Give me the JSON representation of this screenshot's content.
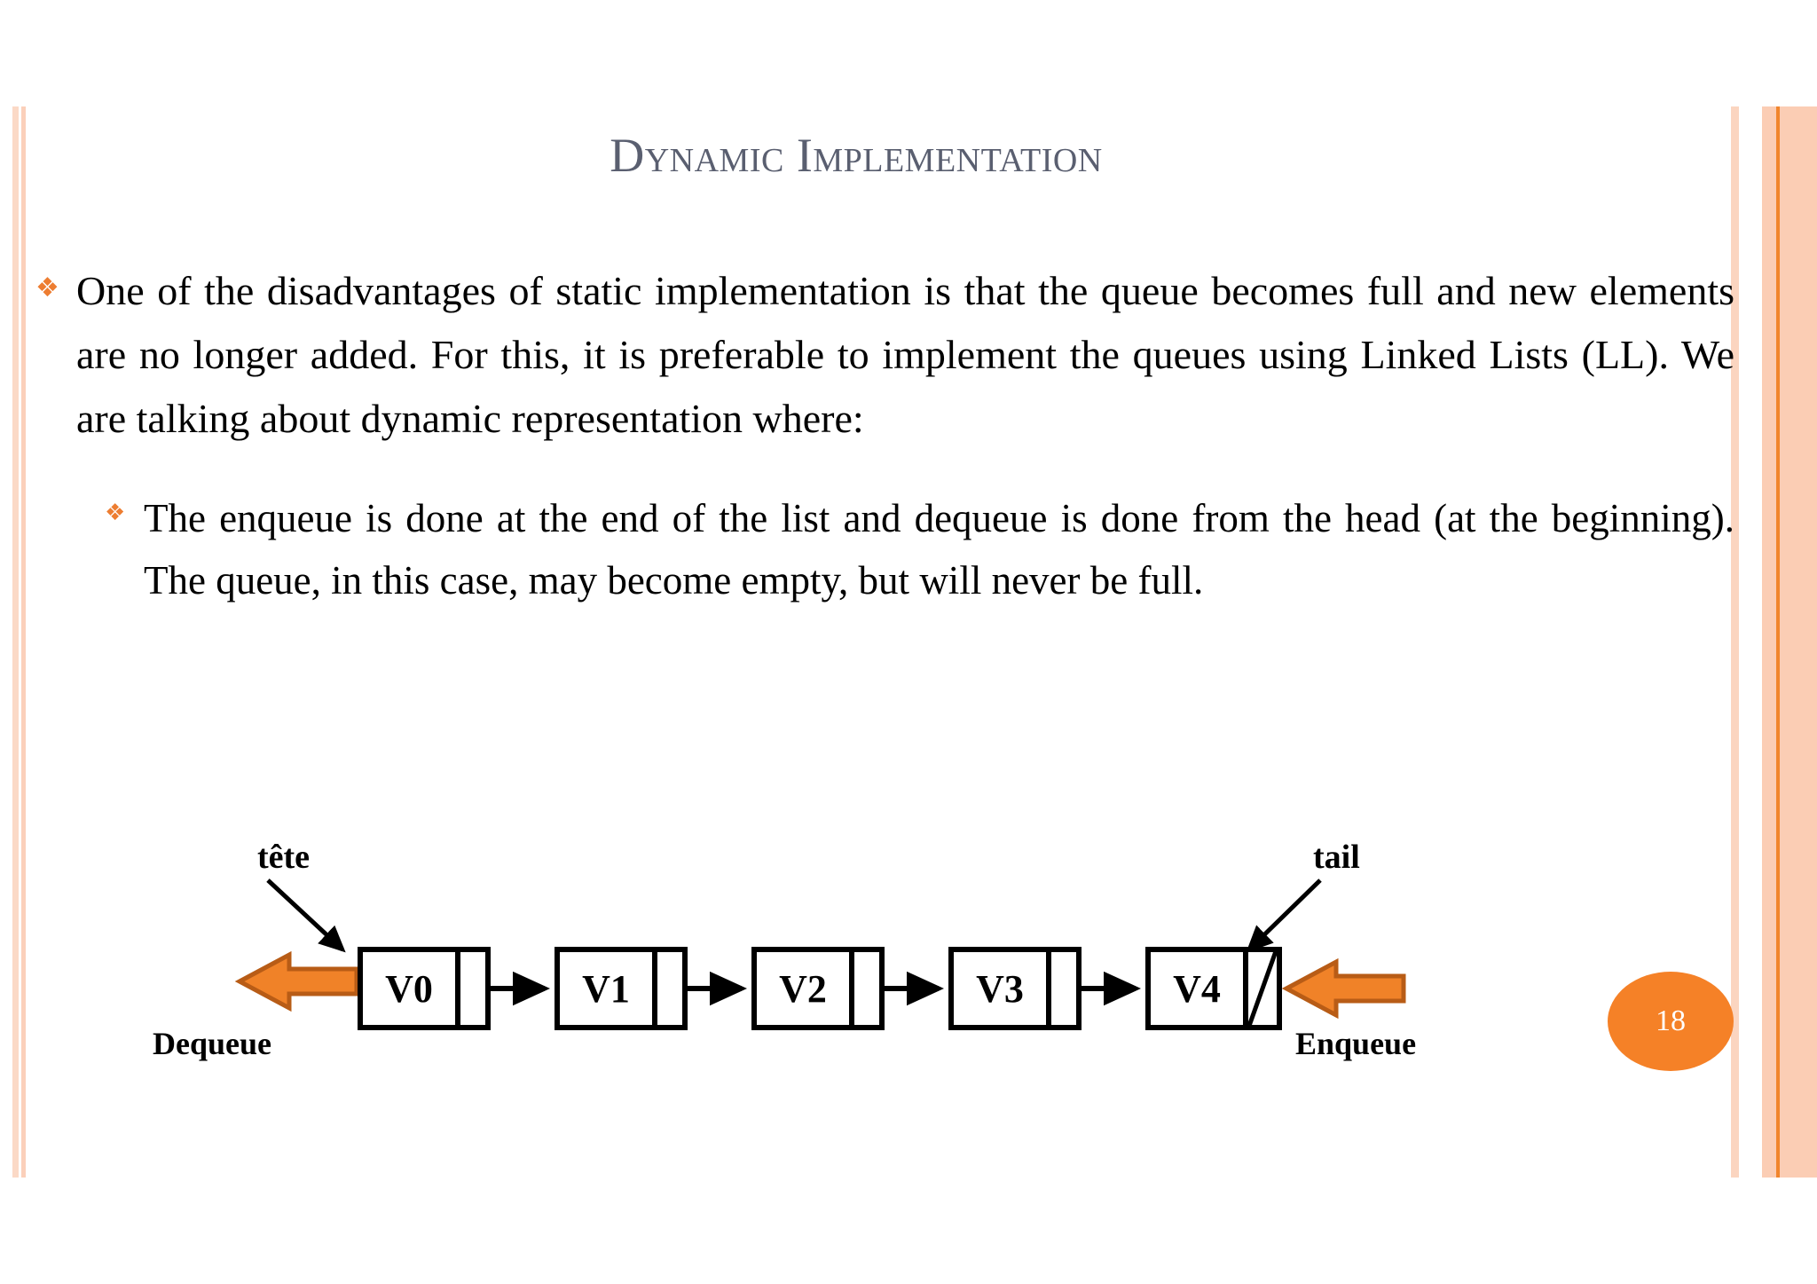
{
  "slide": {
    "title": "Dynamic Implementation",
    "page_number": "18",
    "accent_color": "#ed7d31",
    "title_color": "#5a5f70",
    "stripe_color": "#fbcdb4"
  },
  "bullets": [
    {
      "level": 1,
      "glyph": "❖",
      "text": "One of the disadvantages of static implementation is that the queue becomes full and new elements are no longer added. For this, it is preferable to implement the queues using Linked Lists (LL). We are talking about dynamic representation where:"
    },
    {
      "level": 2,
      "glyph": "❖",
      "text": "The enqueue is done at the end of the list and dequeue is done from the head (at the beginning). The queue, in this case, may become empty, but will never be full."
    }
  ],
  "diagram": {
    "type": "linked-list-queue",
    "head_label": "tête",
    "tail_label": "tail",
    "dequeue_label": "Dequeue",
    "enqueue_label": "Enqueue",
    "nodes": [
      {
        "value": "V0",
        "next": "V1"
      },
      {
        "value": "V1",
        "next": "V2"
      },
      {
        "value": "V2",
        "next": "V3"
      },
      {
        "value": "V3",
        "next": "V4"
      },
      {
        "value": "V4",
        "next": "null"
      }
    ],
    "arrow_color": "#f08228",
    "arrow_border_color": "#b85c16",
    "node_border_color": "#000000"
  }
}
